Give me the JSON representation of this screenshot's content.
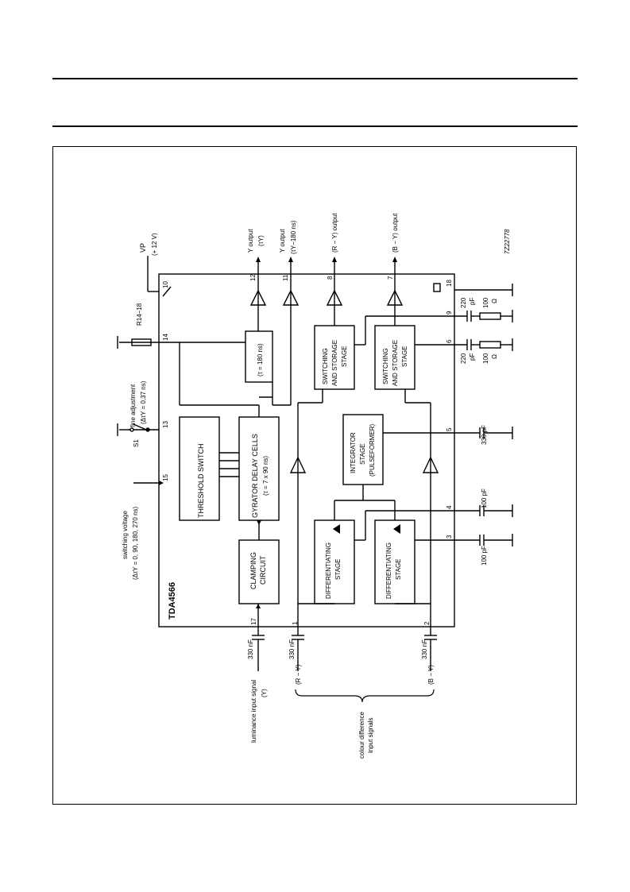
{
  "chip": "TDA4566",
  "figure_code": "7Z22778",
  "blocks": {
    "threshold": "THRESHOLD SWITCH",
    "gyrator1": "GYRATOR DELAY CELLS",
    "gyrator2": "(τ = 7 x 90 ns)",
    "delay180": "(τ = 180 ns)",
    "clamp1": "CLAMPING",
    "clamp2": "CIRCUIT",
    "diff_a1": "DIFFERENTIATING",
    "diff_a2": "STAGE",
    "diff_b1": "DIFFERENTIATING",
    "diff_b2": "STAGE",
    "integ1": "INTEGRATOR",
    "integ2": "STAGE",
    "integ3": "(PULSEFORMER)",
    "sw_a1": "SWITCHING",
    "sw_a2": "AND STORAGE",
    "sw_a3": "STAGE",
    "sw_b1": "SWITCHING",
    "sw_b2": "AND STORAGE",
    "sw_b3": "STAGE"
  },
  "pins": [
    "1",
    "2",
    "3",
    "4",
    "5",
    "6",
    "7",
    "8",
    "9",
    "10",
    "11",
    "12",
    "13",
    "14",
    "15",
    "17",
    "18"
  ],
  "outputs": {
    "y1a": "Y output",
    "y1b": "(τY)",
    "y2a": "Y output",
    "y2b": "(τY−180 ns)",
    "ry": "(R − Y) output",
    "by": "(B − Y) output"
  },
  "supply": {
    "vp": "VP",
    "v": "(+ 12 V)"
  },
  "resistor": "R14−18",
  "fine": {
    "a": "fine adjustment",
    "b": "(ΔτY = 0,37 ns)",
    "s1": "S1"
  },
  "switching": {
    "a": "switching voltage",
    "b": "(ΔτY = 0, 90, 180, 270 ns)"
  },
  "inputs": {
    "lum_a": "luminance input signal",
    "lum_b": "(Y)",
    "ry": "(R − Y)",
    "by": "(B − Y)",
    "colour_a": "colour difference",
    "colour_b": "input signals"
  },
  "caps": {
    "c17": "330 nF",
    "c1": "330 nF",
    "c2": "330 nF",
    "c3": "100 pF",
    "c4": "100 pF",
    "c5": "330 pF",
    "c6": "220",
    "c6u": "pF",
    "r6": "100",
    "r6u": "Ω",
    "c9": "220",
    "c9u": "pF",
    "r9": "100",
    "r9u": "Ω"
  }
}
